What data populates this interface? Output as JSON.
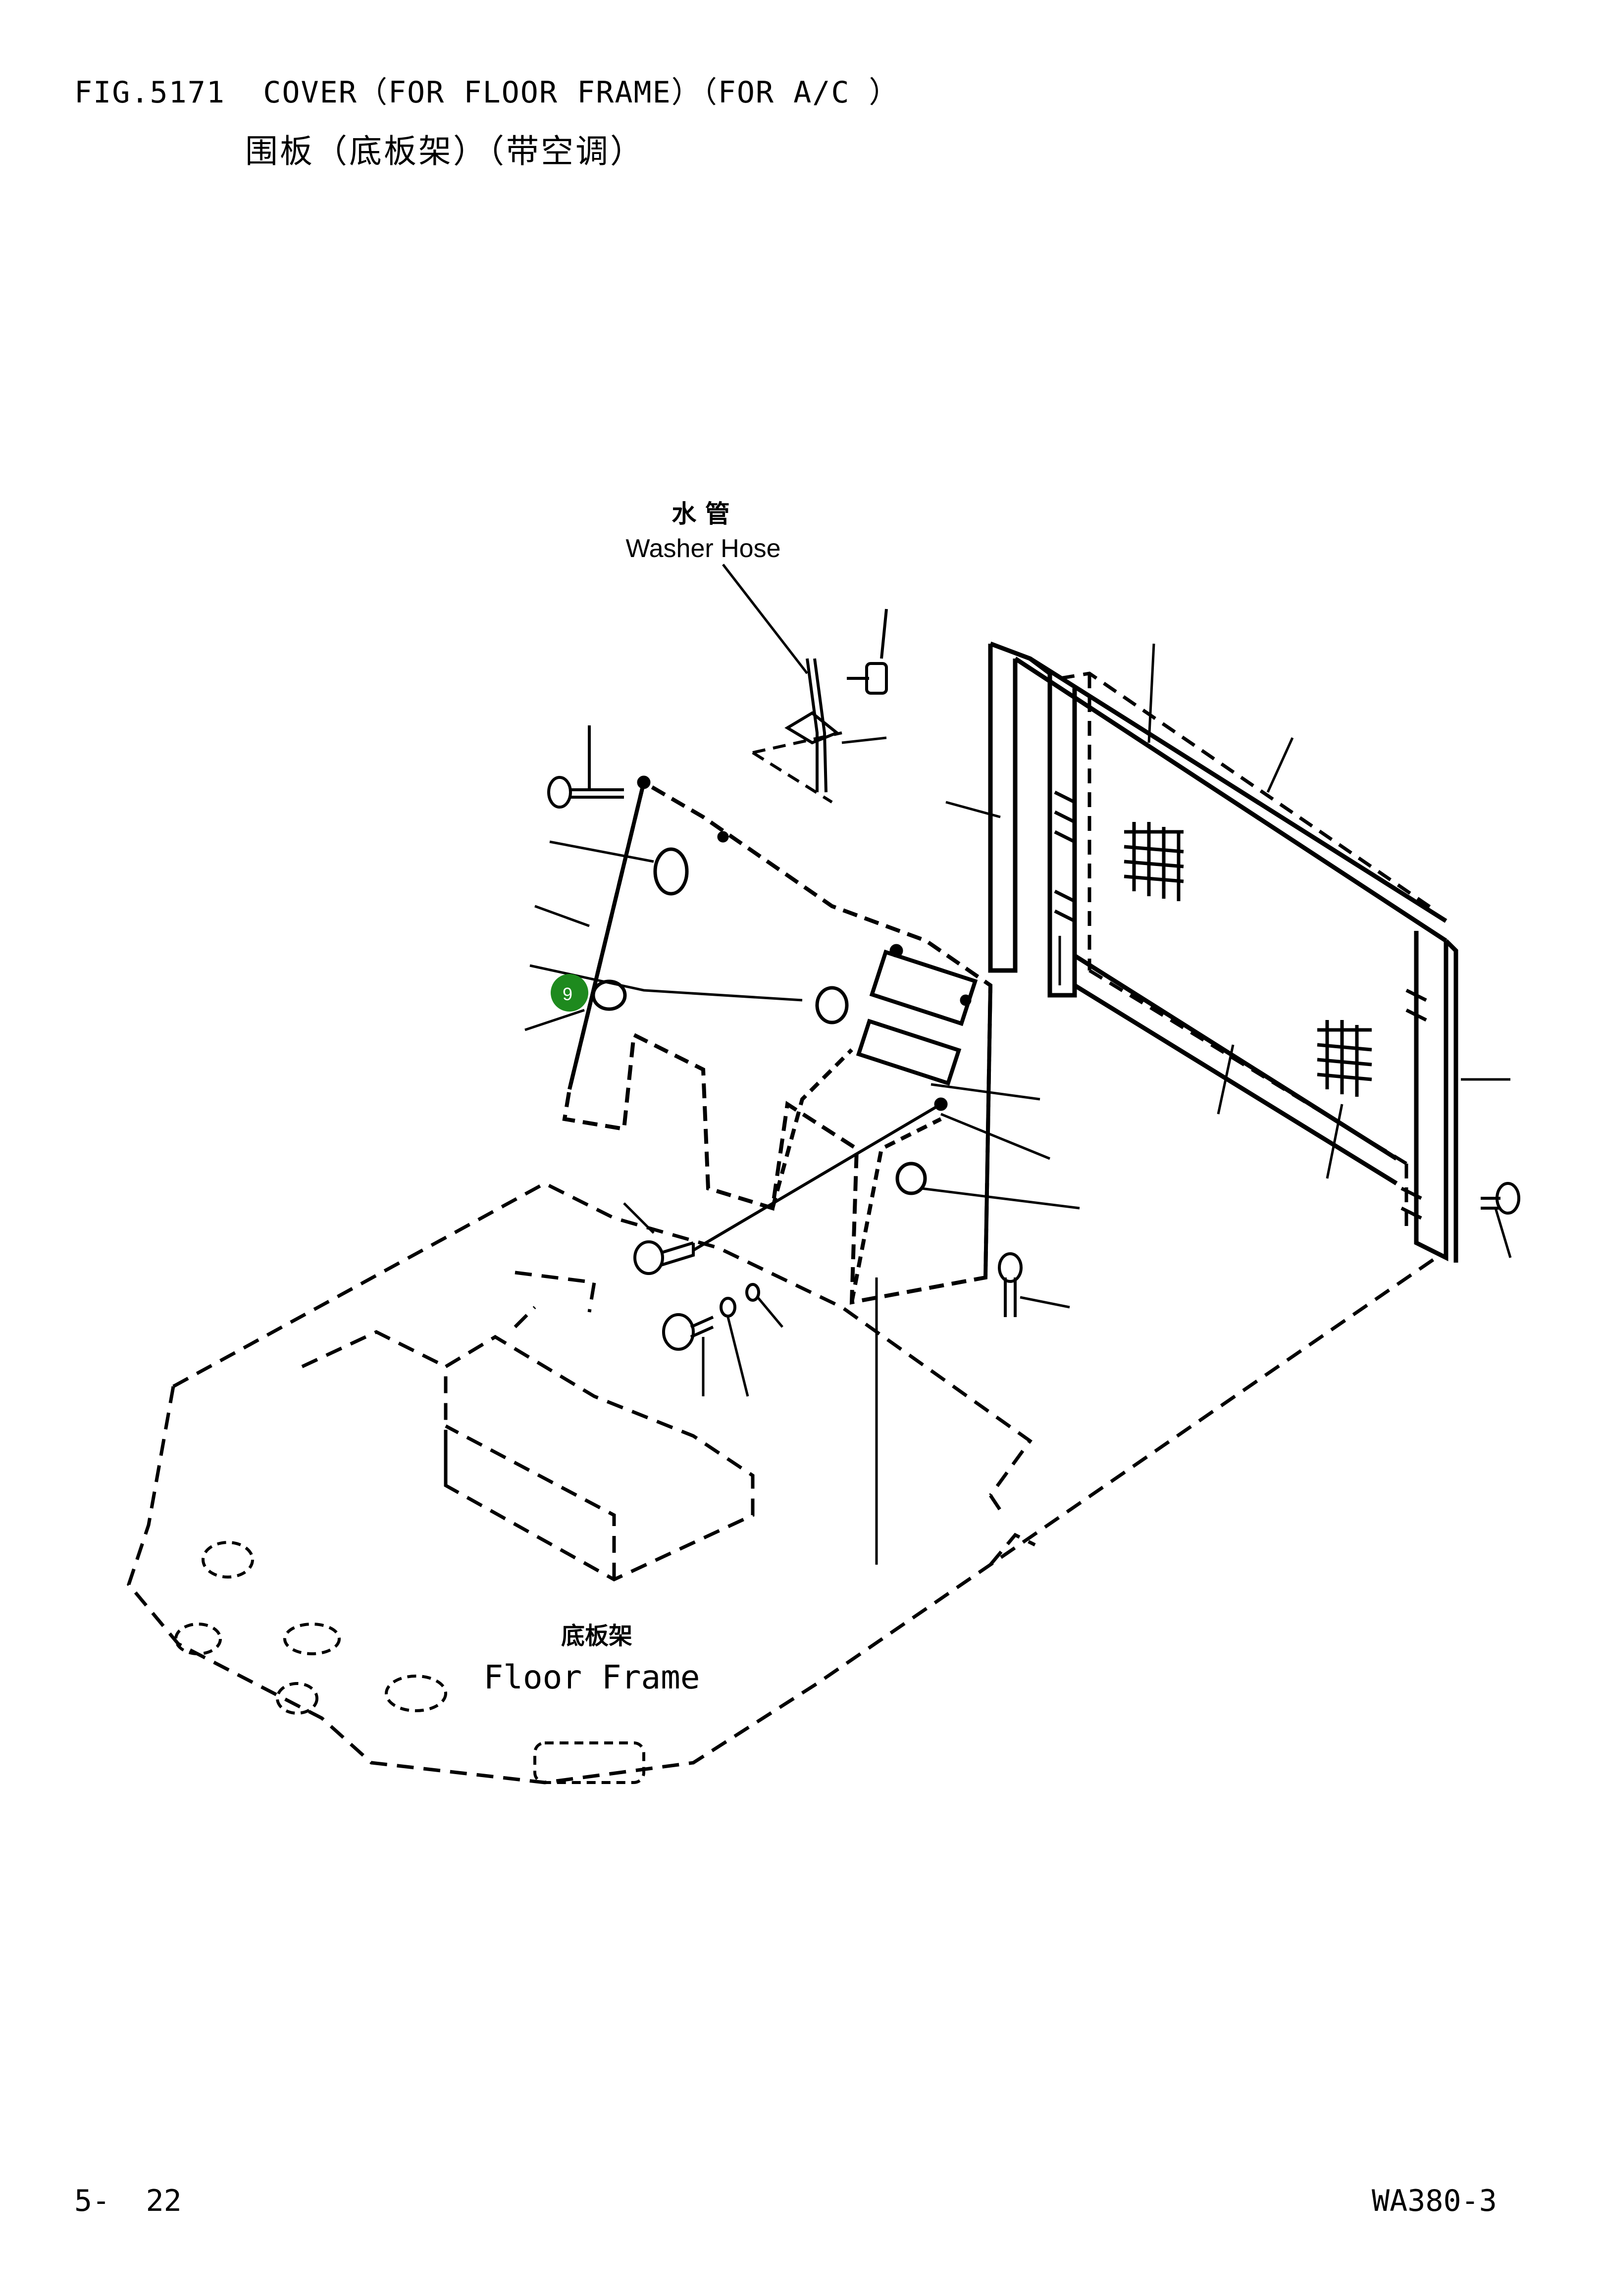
{
  "header": {
    "figure_title": "FIG.5171  COVER（FOR FLOOR FRAME）（FOR A/C ）",
    "figure_subtitle": "围板（底板架）（带空调）"
  },
  "labels": {
    "washer_hose_cn": "水 管",
    "washer_hose_en": "Washer Hose",
    "floor_frame_cn": "底板架",
    "floor_frame_en": "Floor Frame"
  },
  "marker": {
    "number": "9",
    "color": "#1e8a1e"
  },
  "footer": {
    "page_number": "5-  22",
    "model": "WA380-3"
  }
}
